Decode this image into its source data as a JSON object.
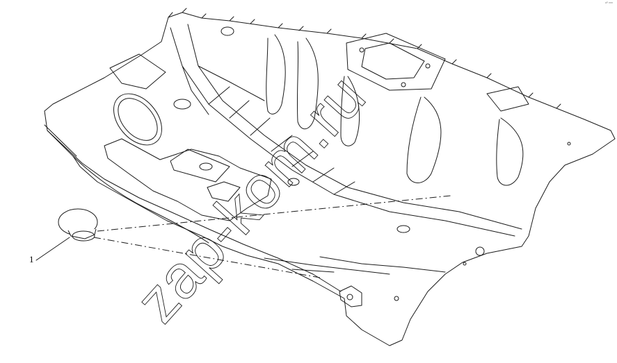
{
  "drawing": {
    "callout_number": "1",
    "watermark_text": "zap-kom.ru",
    "corner_mark_text": "ᵃ⁰ ᵐᵐ",
    "line_color": "#1a1a1a",
    "background_color": "#ffffff"
  }
}
